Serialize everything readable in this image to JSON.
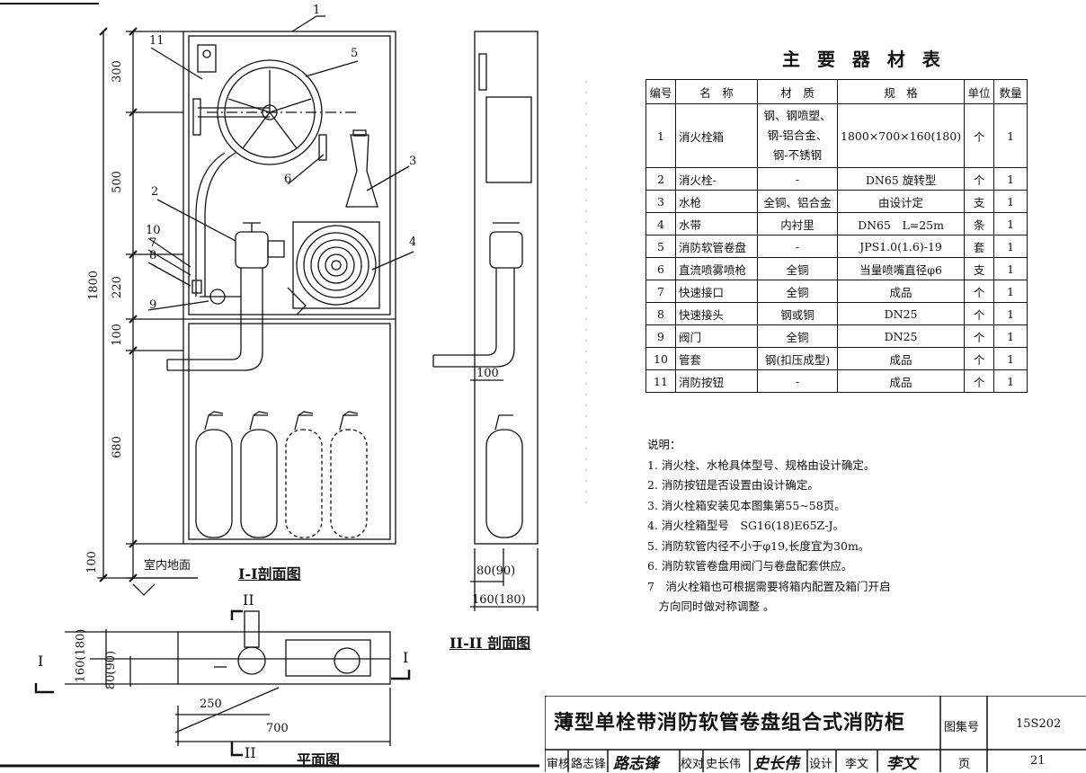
{
  "materials_table": {
    "title": "主 要 器 材 表",
    "headers": [
      "编号",
      "名　称",
      "材　质",
      "规　格",
      "单位",
      "数量"
    ],
    "rows": [
      {
        "no": "1",
        "name": "消火栓箱",
        "material": "钢、钢喷塑、钢-铝合金、钢-不锈钢",
        "spec": "1800×700×160(180)",
        "unit": "个",
        "qty": "1"
      },
      {
        "no": "2",
        "name": "消火栓-",
        "material": "-",
        "spec": "DN65 旋转型",
        "unit": "个",
        "qty": "1"
      },
      {
        "no": "3",
        "name": "水枪",
        "material": "全铜、铝合金",
        "spec": "由设计定",
        "unit": "支",
        "qty": "1"
      },
      {
        "no": "4",
        "name": "水带",
        "material": "内衬里",
        "spec": "DN65　L=25m",
        "unit": "条",
        "qty": "1"
      },
      {
        "no": "5",
        "name": "消防软管卷盘",
        "material": "-",
        "spec": "JPS1.0(1.6)-19",
        "unit": "套",
        "qty": "1"
      },
      {
        "no": "6",
        "name": "直流喷雾喷枪",
        "material": "全铜",
        "spec": "当量喷嘴直径φ6",
        "unit": "支",
        "qty": "1"
      },
      {
        "no": "7",
        "name": "快速接口",
        "material": "全铜",
        "spec": "成品",
        "unit": "个",
        "qty": "1"
      },
      {
        "no": "8",
        "name": "快速接头",
        "material": "钢或铜",
        "spec": "DN25",
        "unit": "个",
        "qty": "1"
      },
      {
        "no": "9",
        "name": "阀门",
        "material": "全铜",
        "spec": "DN25",
        "unit": "个",
        "qty": "1"
      },
      {
        "no": "10",
        "name": "管套",
        "material": "钢(扣压成型)",
        "spec": "成品",
        "unit": "个",
        "qty": "1"
      },
      {
        "no": "11",
        "name": "消防按钮",
        "material": "-",
        "spec": "成品",
        "unit": "个",
        "qty": "1"
      }
    ]
  },
  "notes": {
    "heading": "说明：",
    "items": [
      "1. 消火栓、水枪具体型号、规格由设计确定。",
      "2. 消防按钮是否设置由设计确定。",
      "3. 消火栓箱安装见本图集第55~58页。",
      "4. 消火栓箱型号　SG16(18)E65Z-J。",
      "5. 消防软管内径不小于φ19,长度宜为30m。",
      "6. 消防软管卷盘用阀门与卷盘配套供应。",
      "7　消火栓箱也可根据需要将箱内配置及箱门开启",
      "　方向同时做对称调整 。"
    ]
  },
  "drawing": {
    "section_1_caption": "I-I剖面图",
    "section_2_caption": "II-II 剖面图",
    "plan_caption": "平面图",
    "floor_label": "室内地面",
    "dims_vertical": [
      "300",
      "500",
      "220",
      "100",
      "680",
      "1800",
      "100"
    ],
    "plan_dims": [
      "160(180)",
      "80(90)",
      "250",
      "700"
    ],
    "side_dims": [
      "100",
      "80(90)",
      "160(180)"
    ],
    "callouts": [
      "1",
      "2",
      "3",
      "4",
      "5",
      "6",
      "7",
      "8",
      "9",
      "10",
      "11"
    ],
    "section_marks": [
      "I",
      "I",
      "II",
      "II"
    ]
  },
  "title_block": {
    "title": "薄型单栓带消防软管卷盘组合式消防柜",
    "atlas_label": "图集号",
    "atlas_no": "15S202",
    "review_label": "审核",
    "reviewer": "路志锋",
    "check_label": "校对",
    "checker": "史长伟",
    "design_label": "设计",
    "designer": "李文",
    "page_label": "页",
    "page_no": "21"
  }
}
